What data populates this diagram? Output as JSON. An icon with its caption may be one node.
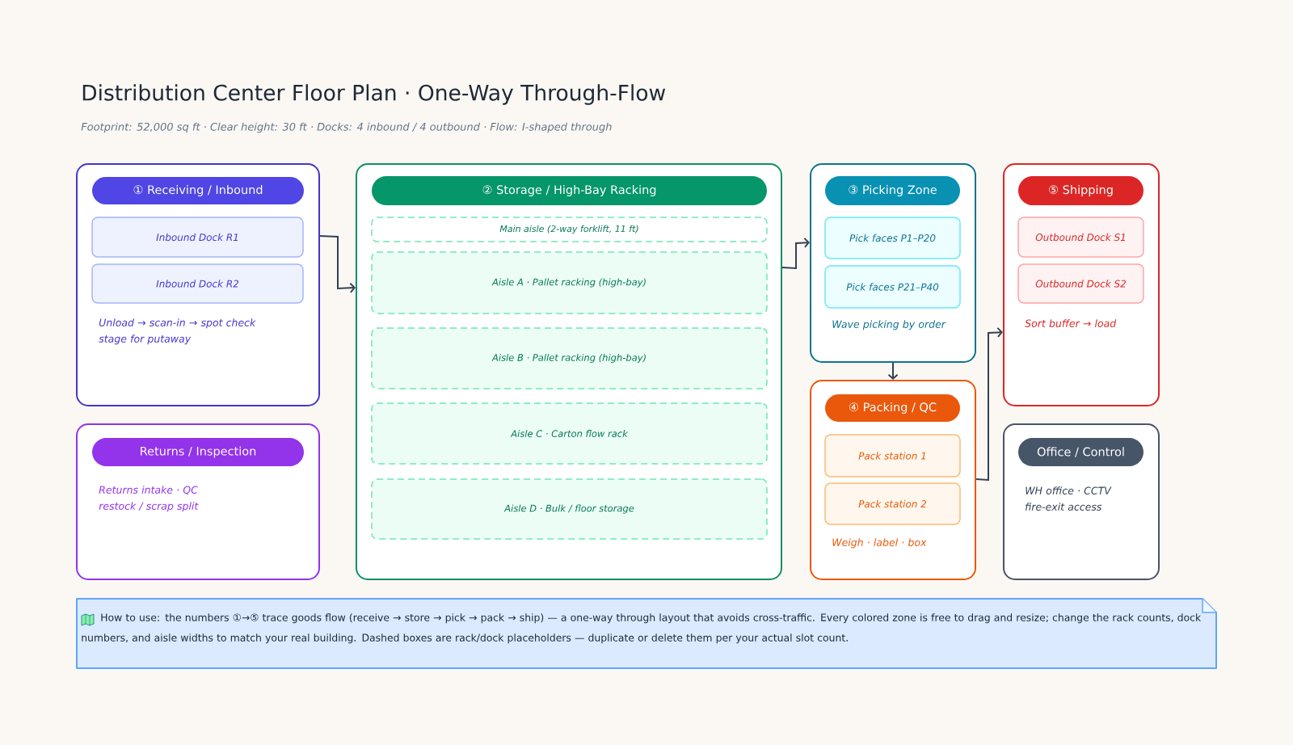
{
  "diagram": {
    "title": "Distribution Center Floor Plan · One-Way Through-Flow",
    "nodes": [
      {
        "text": [
          "① Receiving / Inbound",
          "Unload → scan-in → spot check stage for putaway"
        ]
      },
      {
        "text": [
          "Inbound Dock R1"
        ],
        "in": 0
      },
      {
        "text": [
          "Inbound Dock R2"
        ],
        "in": 0
      },
      {
        "text": [
          "Returns / Inspection",
          "Returns intake · QC restock / scrap split"
        ]
      },
      {
        "text": [
          "② Storage / High-Bay Racking"
        ]
      },
      {
        "text": [
          "Main aisle (2-way forklift, 11 ft)"
        ],
        "in": 4
      },
      {
        "text": [
          "Aisle A · Pallet racking (high-bay)"
        ],
        "in": 4
      },
      {
        "text": [
          "Aisle B · Pallet racking (high-bay)"
        ],
        "in": 4
      },
      {
        "text": [
          "Aisle C · Carton flow rack"
        ],
        "in": 4
      },
      {
        "text": [
          "Aisle D · Bulk / floor storage"
        ],
        "in": 4
      },
      {
        "text": [
          "③ Picking Zone",
          "Wave picking by order"
        ]
      },
      {
        "text": [
          "Pick faces P1–P20"
        ],
        "in": 10
      },
      {
        "text": [
          "Pick faces P21–P40"
        ],
        "in": 10
      },
      {
        "text": [
          "④ Packing / QC",
          "Weigh · label · box"
        ]
      },
      {
        "text": [
          "Pack station 1"
        ],
        "in": 13
      },
      {
        "text": [
          "Pack station 2"
        ],
        "in": 13
      },
      {
        "text": [
          "⑤ Shipping",
          "Sort buffer → load"
        ]
      },
      {
        "text": [
          "Outbound Dock S1"
        ],
        "in": 16
      },
      {
        "text": [
          "Outbound Dock S2"
        ],
        "in": 16
      },
      {
        "text": [
          "Office / Control",
          "WH office · CCTV fire-exit access"
        ]
      },
      {
        "text": [
          "How to use: the numbers ①→⑤ trace goods flow (receive → store → pick → pack → ship) — a one-way through layout that avoids cross-traffic. Every colored zone is free to drag and resize; change the rack counts, dock numbers, and aisle widths to match your real building. Dashed boxes are rack/dock placeholders — duplicate or delete them per your actual slot count."
        ]
      }
    ],
    "edges": [
      {
        "from": 0,
        "to": 4,
        "arrow": "to"
      },
      {
        "from": 4,
        "to": 10,
        "arrow": "to"
      },
      {
        "from": 10,
        "to": 13,
        "arrow": "to"
      },
      {
        "from": 13,
        "to": 16,
        "arrow": "to"
      }
    ],
    "labels": [
      "Footprint: 52,000 sq ft · Clear height: 30 ft · Docks: 4 inbound / 4 outbound · Flow: I-shaped through"
    ]
  }
}
